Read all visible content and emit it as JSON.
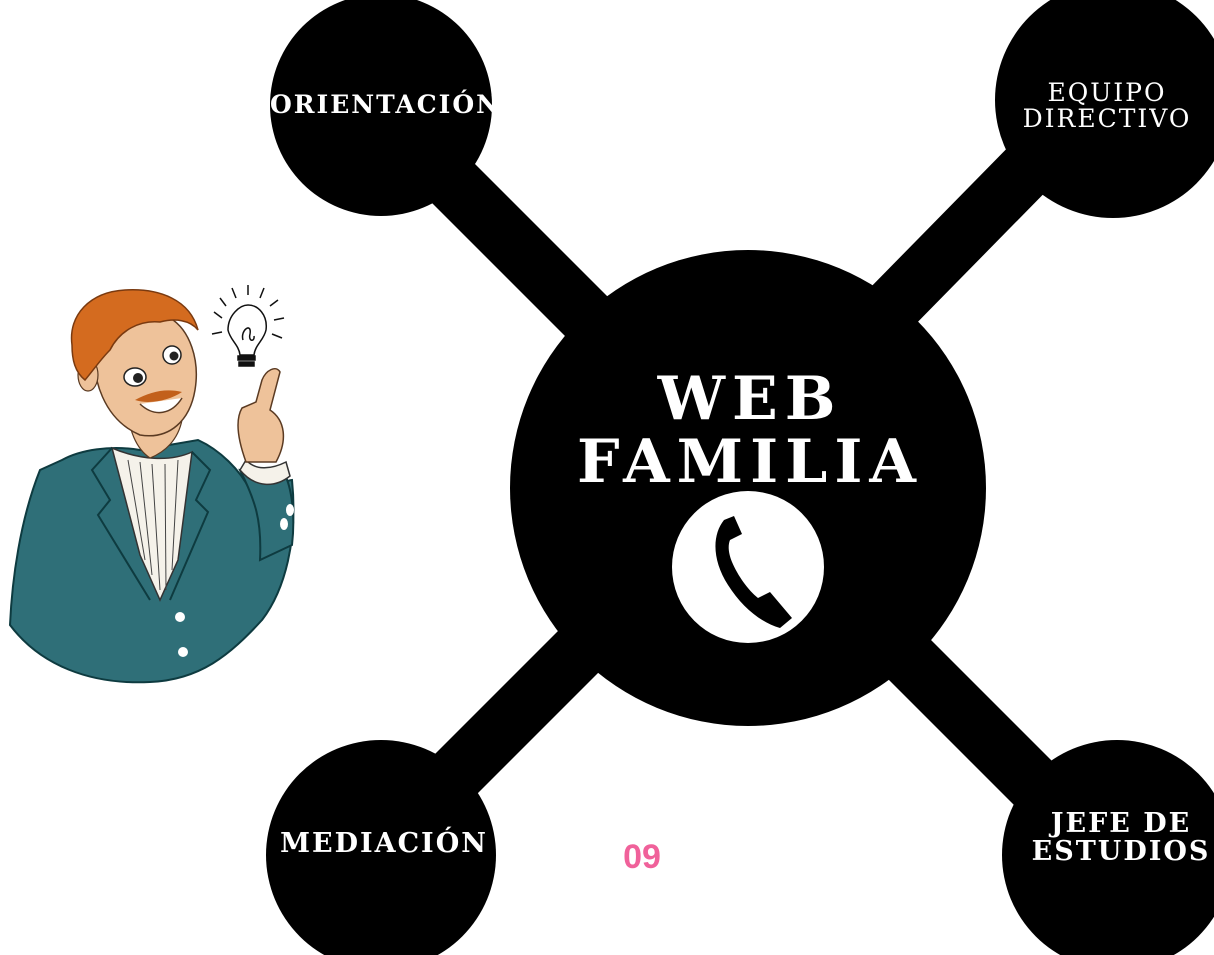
{
  "diagram": {
    "center": {
      "line1": "WEB",
      "line2": "FAMILIA"
    },
    "nodes": {
      "top_left": "ORIENTACIÓN",
      "top_right": {
        "line1": "EQUIPO",
        "line2": "DIRECTIVO"
      },
      "bottom_left": "MEDIACIÓN",
      "bottom_right": {
        "line1": "JEFE DE",
        "line2": "ESTUDIOS"
      }
    }
  },
  "page_number": "09",
  "colors": {
    "node": "#000000",
    "text": "#ffffff",
    "page_number": "#f0619a",
    "jacket": "#2f6f78",
    "hair": "#d46b1f",
    "skin": "#eec29a"
  },
  "icons": [
    "phone-icon",
    "lightbulb-icon"
  ]
}
